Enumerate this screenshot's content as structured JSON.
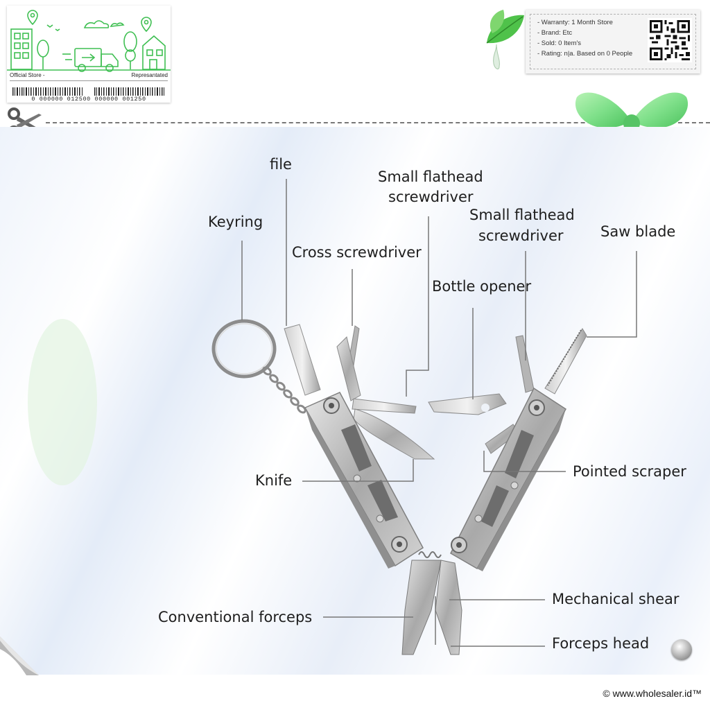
{
  "store_card": {
    "left_label": "Official Store -",
    "right_label": "Represantated",
    "barcode_text": "0 000000 012500 000000 001250"
  },
  "info_card": {
    "warranty": "- Warranty: 1 Month Store",
    "brand": "- Brand: Etc",
    "sold": "- Sold: 0 Item's",
    "rating": "- Rating: n|a. Based on 0 People"
  },
  "labels": {
    "file": "file",
    "keyring": "Keyring",
    "small_flathead_1_line1": "Small flathead",
    "small_flathead_1_line2": "screwdriver",
    "cross_screwdriver": "Cross screwdriver",
    "small_flathead_2_line1": "Small flathead",
    "small_flathead_2_line2": "screwdriver",
    "saw_blade": "Saw blade",
    "bottle_opener": "Bottle opener",
    "knife": "Knife",
    "pointed_scraper": "Pointed scraper",
    "mechanical_shear": "Mechanical shear",
    "conventional_forceps": "Conventional forceps",
    "forceps_head": "Forceps head"
  },
  "footer": "© www.wholesaler.id™",
  "colors": {
    "store_green": "#3fbf52",
    "bow_green": "#7fe08a",
    "label_text": "#1e1e1e",
    "leader_line": "#777777"
  },
  "icons": [
    "scissors-icon",
    "qr-code-icon",
    "bow-icon",
    "leaf-icon",
    "metal-button-icon",
    "page-curl-icon"
  ]
}
